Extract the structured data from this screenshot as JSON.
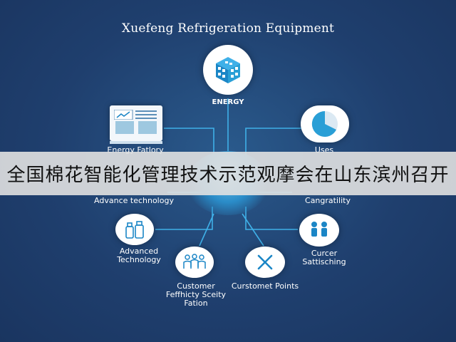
{
  "title": "Xuefeng Refrigeration Equipment",
  "center": {
    "label": "ENERGY",
    "icon": "cube-blocks-icon"
  },
  "nodes": {
    "energy_factory": {
      "label": "Energy Fatlory",
      "icon": "dashboard-panel-icon"
    },
    "uses": {
      "label": "Uses",
      "icon": "pie-chart-icon"
    },
    "advance_technology": {
      "label": "Advance technology"
    },
    "congratility": {
      "label": "Cangratility"
    },
    "advanced_technology": {
      "label": "Advanced Technology",
      "icon": "bottles-icon"
    },
    "customer_satisfaction": {
      "label": "Curcer Sattisching",
      "icon": "people-icon"
    },
    "customer_feature": {
      "label": "Customer Feffhicty Sceity Fation",
      "icon": "group-icon"
    },
    "customer_points": {
      "label": "Curstomet Points",
      "icon": "cross-arrows-icon"
    }
  },
  "banner": {
    "text": "全国棉花智能化管理技术示范观摩会在山东滨州召开"
  },
  "colors": {
    "background": "#1f3f6e",
    "accent": "#2a9fd6",
    "banner": "#e1e1e1"
  }
}
